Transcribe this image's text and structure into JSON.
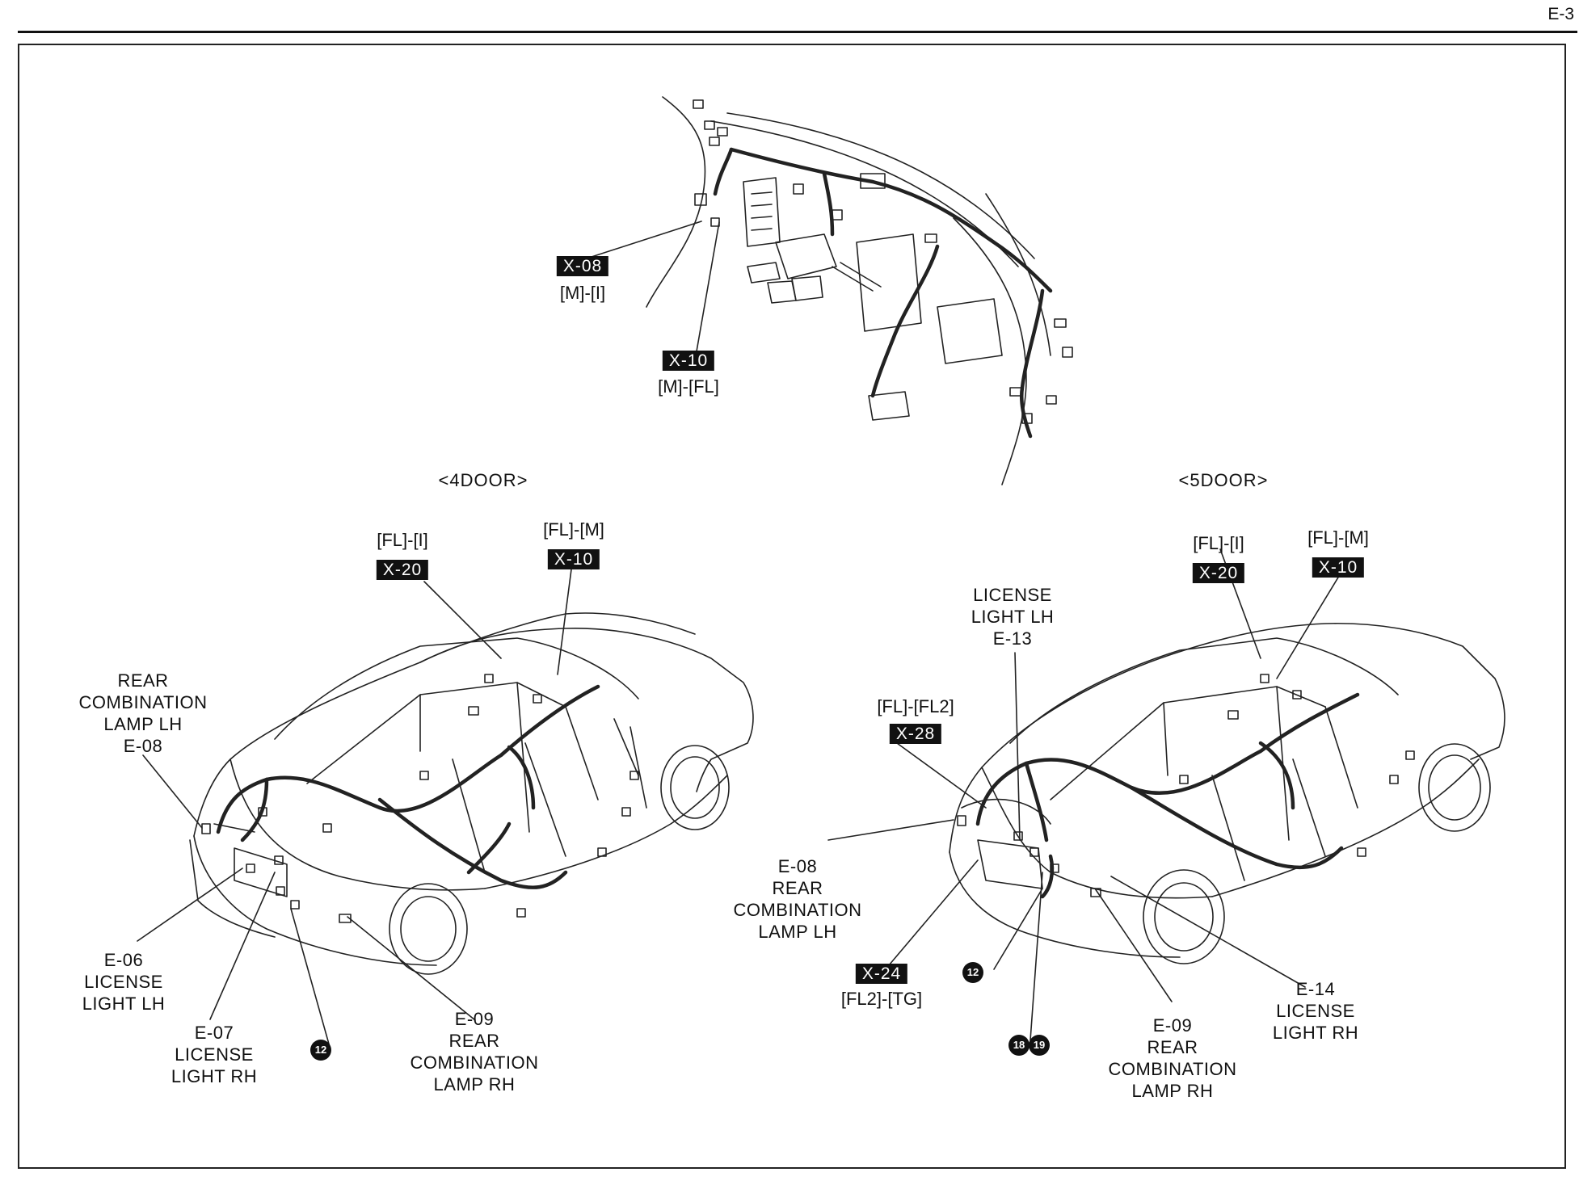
{
  "page_number": "E-3",
  "dash_view": {
    "connectors": [
      {
        "code": "X-08",
        "pair": "[M]-[I]"
      },
      {
        "code": "X-10",
        "pair": "[M]-[FL]"
      }
    ]
  },
  "four_door": {
    "title": "<4DOOR>",
    "connectors": [
      {
        "pair": "[FL]-[I]",
        "code": "X-20"
      },
      {
        "pair": "[FL]-[M]",
        "code": "X-10"
      }
    ],
    "components": [
      {
        "code": "E-08",
        "text": "REAR\nCOMBINATION\nLAMP LH\nE-08"
      },
      {
        "code": "E-06",
        "text": "E-06\nLICENSE\nLIGHT LH"
      },
      {
        "code": "E-07",
        "text": "E-07\nLICENSE\nLIGHT RH"
      },
      {
        "code": "E-09",
        "text": "E-09\nREAR\nCOMBINATION\nLAMP RH"
      }
    ],
    "grounds": [
      "12"
    ]
  },
  "five_door": {
    "title": "<5DOOR>",
    "connectors": [
      {
        "pair": "[FL]-[I]",
        "code": "X-20"
      },
      {
        "pair": "[FL]-[M]",
        "code": "X-10"
      },
      {
        "pair": "[FL]-[FL2]",
        "code": "X-28"
      },
      {
        "code": "X-24",
        "pair": "[FL2]-[TG]"
      }
    ],
    "components": [
      {
        "code": "E-13",
        "text": "LICENSE\nLIGHT LH\nE-13"
      },
      {
        "code": "E-08",
        "text": "E-08\nREAR\nCOMBINATION\nLAMP LH"
      },
      {
        "code": "E-09",
        "text": "E-09\nREAR\nCOMBINATION\nLAMP RH"
      },
      {
        "code": "E-14",
        "text": "E-14\nLICENSE\nLIGHT RH"
      }
    ],
    "grounds": [
      "12",
      "18",
      "19"
    ]
  }
}
